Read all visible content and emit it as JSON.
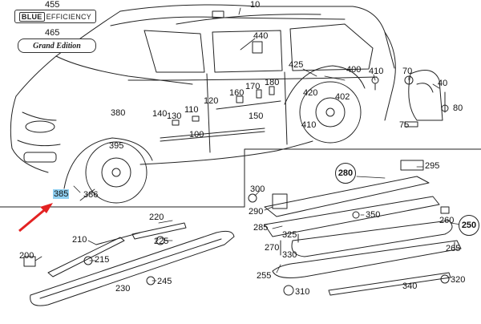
{
  "badges": {
    "blue_efficiency_word1": "BLUE",
    "blue_efficiency_word2": "EFFICIENCY",
    "grand_edition": "Grand Edition"
  },
  "callouts": {
    "c455": "455",
    "c465": "465",
    "c10": "10",
    "c440": "440",
    "c425": "425",
    "c400": "400",
    "c410a": "410",
    "c70": "70",
    "c40": "40",
    "c180": "180",
    "c170": "170",
    "c160": "160",
    "c120": "120",
    "c110": "110",
    "c140": "140",
    "c130": "130",
    "c150": "150",
    "c100": "100",
    "c380": "380",
    "c420": "420",
    "c402": "402",
    "c410b": "410",
    "c80": "80",
    "c75": "75",
    "c395": "395",
    "c385": "385",
    "c386": "386",
    "c220": "220",
    "c210": "210",
    "c225": "225",
    "c200": "200",
    "c215": "215",
    "c245": "245",
    "c230": "230",
    "c295": "295",
    "c300": "300",
    "c290": "290",
    "c350": "350",
    "c285": "285",
    "c325": "325",
    "c270": "270",
    "c330": "330",
    "c260": "260",
    "c265": "265",
    "c255": "255",
    "c310": "310",
    "c340": "340",
    "c320": "320"
  },
  "circled": {
    "c280": "280",
    "c250": "250"
  },
  "colors": {
    "highlight": "#8fd0f2",
    "arrow": "#e32222",
    "line": "#222222"
  }
}
